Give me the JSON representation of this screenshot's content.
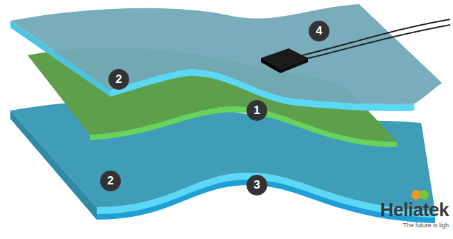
{
  "diagram": {
    "labels": [
      "4",
      "2",
      "1",
      "2",
      "3",
      "Heliatek",
      "The future is ligh"
    ]
  }
}
